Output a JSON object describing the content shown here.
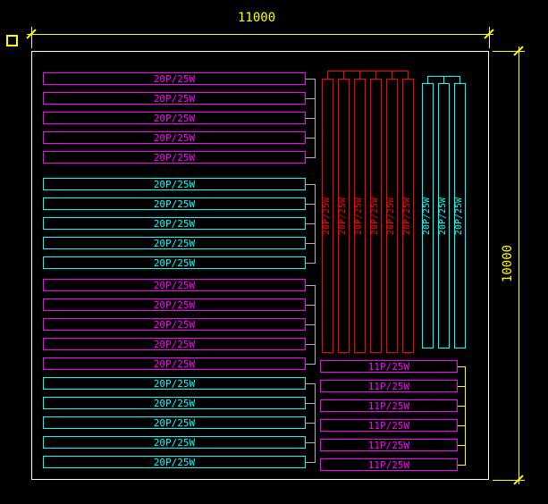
{
  "title": "Panel layout CAD drawing",
  "dimensions": {
    "width": "11000",
    "height": "10000"
  },
  "colors": {
    "background": "#000000",
    "border": "#ffffff",
    "dimension": "#ffff00",
    "magenta": "#ff00ff",
    "cyan": "#00ffff",
    "red": "#ff0000",
    "connector": "#b0b0b0"
  },
  "left_groups": [
    {
      "color_key": "magenta",
      "bars": [
        "20P/25W",
        "20P/25W",
        "20P/25W",
        "20P/25W",
        "20P/25W"
      ]
    },
    {
      "color_key": "cyan",
      "bars": [
        "20P/25W",
        "20P/25W",
        "20P/25W",
        "20P/25W",
        "20P/25W"
      ]
    },
    {
      "color_key": "magenta",
      "bars": [
        "20P/25W",
        "20P/25W",
        "20P/25W",
        "20P/25W",
        "20P/25W"
      ]
    },
    {
      "color_key": "cyan",
      "bars": [
        "20P/25W",
        "20P/25W",
        "20P/25W",
        "20P/25W",
        "20P/25W"
      ]
    }
  ],
  "vertical_groups": [
    {
      "color_key": "red",
      "bars": [
        "20P/25W",
        "20P/25W",
        "20P/25W",
        "20P/25W",
        "20P/25W",
        "20P/25W"
      ]
    },
    {
      "color_key": "cyan",
      "bars": [
        "20P/25W",
        "20P/25W",
        "20P/25W"
      ]
    }
  ],
  "bottom_right_group": {
    "color_key": "magenta",
    "connector_color_key": "dimension",
    "bars": [
      "11P/25W",
      "11P/25W",
      "11P/25W",
      "11P/25W",
      "11P/25W",
      "11P/25W"
    ]
  }
}
